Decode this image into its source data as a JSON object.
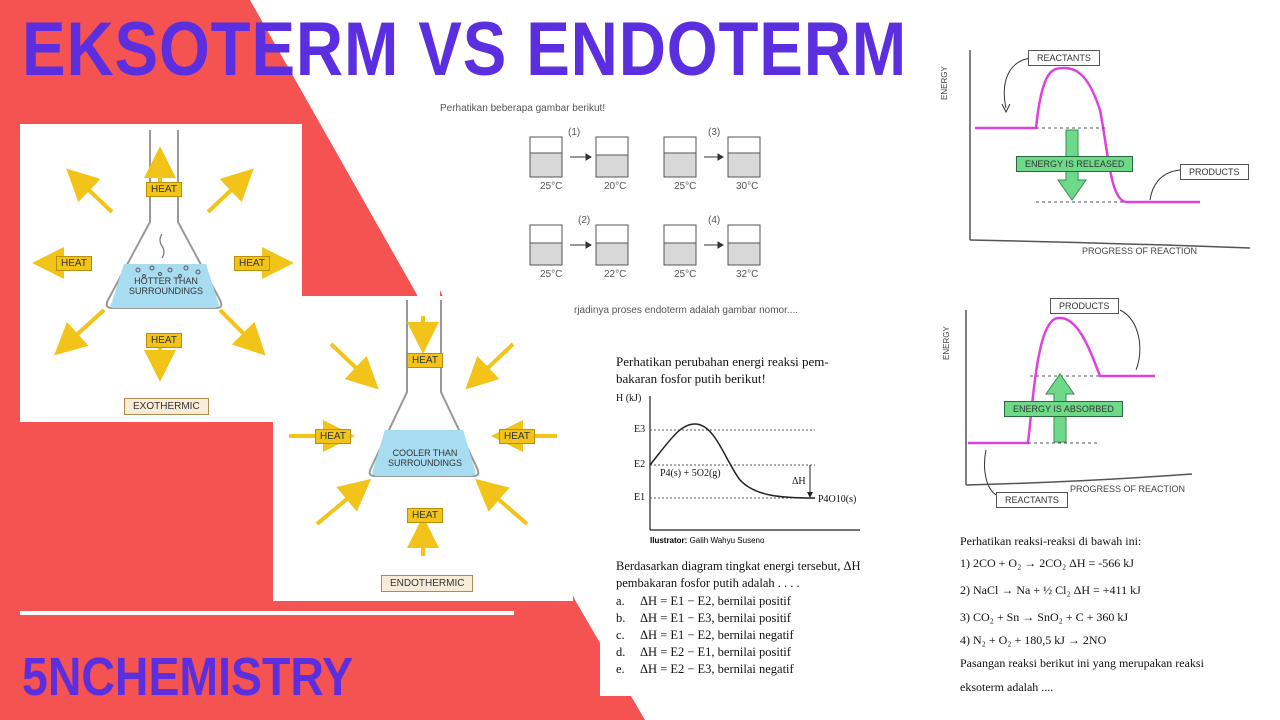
{
  "title": "EKSOTERM VS ENDOTERM",
  "brand": "5NCHEMISTRY",
  "colors": {
    "red": "#f55252",
    "purple": "#5b2ee0",
    "arrow_yellow": "#f2c319",
    "heat_box": "#f2c319",
    "liquid": "#a8dcf0",
    "magenta": "#e040e0",
    "green": "#6fd98a"
  },
  "exo_flask": {
    "heat_labels": [
      "HEAT",
      "HEAT",
      "HEAT",
      "HEAT"
    ],
    "inside_text": "HOTTER THAN SURROUNDINGS",
    "caption": "EXOTHERMIC"
  },
  "endo_flask": {
    "heat_labels": [
      "HEAT",
      "HEAT",
      "HEAT",
      "HEAT"
    ],
    "inside_text": "COOLER THAN SURROUNDINGS",
    "caption": "ENDOTHERMIC"
  },
  "beaker_question": {
    "intro": "Perhatikan beberapa gambar berikut!",
    "items": [
      {
        "num": "(1)",
        "before": "25°C",
        "after": "20°C"
      },
      {
        "num": "(3)",
        "before": "25°C",
        "after": "30°C"
      },
      {
        "num": "(2)",
        "before": "25°C",
        "after": "22°C"
      },
      {
        "num": "(4)",
        "before": "25°C",
        "after": "32°C"
      }
    ],
    "footer": "rjadinya proses endoterm adalah gambar nomor...."
  },
  "phosphor_question": {
    "intro_line1": "Perhatikan perubahan energi reaksi pem-",
    "intro_line2": "bakaran fosfor putih berikut!",
    "y_axis": "H (kJ)",
    "e3": "E3",
    "e2": "E2",
    "e1": "E1",
    "reactant": "P4(s) + 5O2(g)",
    "product": "P4O10(s)",
    "delta": "ΔH",
    "credit_bold": "Ilustrator:",
    "credit": "Galih Wahyu Suseno",
    "question_line1": "Berdasarkan diagram tingkat energi tersebut, ΔH",
    "question_line2": "pembakaran fosfor putih adalah . . . .",
    "options": [
      {
        "letter": "a.",
        "text": "ΔH = E1 − E2, bernilai positif"
      },
      {
        "letter": "b.",
        "text": "ΔH = E1 − E3, bernilai positif"
      },
      {
        "letter": "c.",
        "text": "ΔH = E1 − E2, bernilai negatif"
      },
      {
        "letter": "d.",
        "text": "ΔH = E2 − E1, bernilai positif"
      },
      {
        "letter": "e.",
        "text": "ΔH = E2 − E3, bernilai negatif"
      }
    ]
  },
  "exo_diagram": {
    "y_label": "ENERGY",
    "x_label": "PROGRESS OF REACTION",
    "reactants": "REACTANTS",
    "products": "PRODUCTS",
    "energy_box": "ENERGY IS RELEASED"
  },
  "endo_diagram": {
    "y_label": "ENERGY",
    "x_label": "PROGRESS OF REACTION",
    "reactants": "REACTANTS",
    "products": "PRODUCTS",
    "energy_box": "ENERGY IS ABSORBED"
  },
  "reaction_question": {
    "intro": "Perhatikan reaksi-reaksi di bawah ini:",
    "reactions": [
      "1) 2CO + O₂ → 2CO₂  ΔH = -566 kJ",
      "2) NaCl → Na + ½ Cl₂  ΔH = +411 kJ",
      "3) CO₂ + Sn → SnO₂ + C + 360 kJ",
      "4) N₂ + O₂ + 180,5 kJ → 2NO"
    ],
    "closing_line1": "Pasangan reaksi berikut ini yang merupakan reaksi",
    "closing_line2": "eksoterm adalah ...."
  }
}
